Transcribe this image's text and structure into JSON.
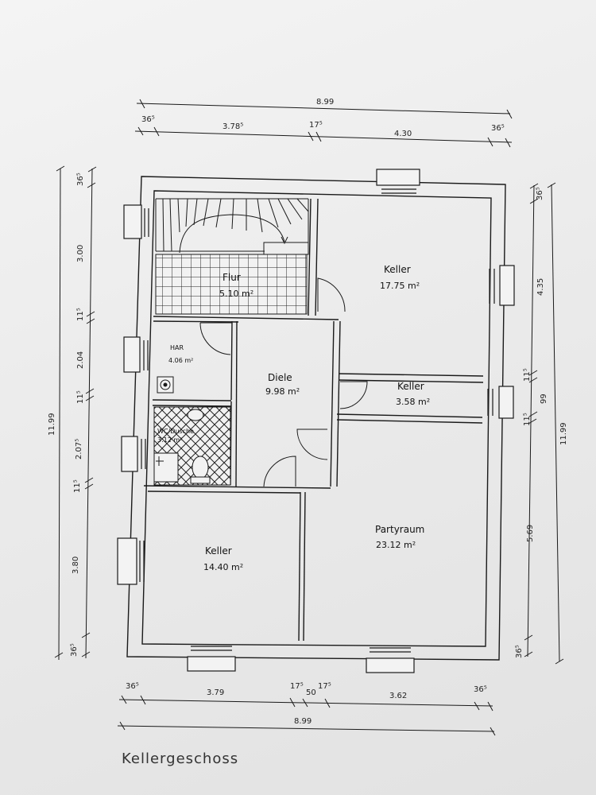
{
  "caption": "Kellergeschoss",
  "rooms": {
    "flur": {
      "label": "Flur",
      "area": "5.10 m²"
    },
    "har": {
      "label": "HAR",
      "area": "4.06 m²"
    },
    "wc": {
      "label": "WC/Dusche",
      "area": "3.12 m²"
    },
    "diele": {
      "label": "Diele",
      "area": "9.98 m²"
    },
    "keller_ne": {
      "label": "Keller",
      "area": "17.75 m²"
    },
    "keller_mid": {
      "label": "Keller",
      "area": "3.58 m²"
    },
    "partyraum": {
      "label": "Partyraum",
      "area": "23.12 m²"
    },
    "keller_sw": {
      "label": "Keller",
      "area": "14.40 m²"
    }
  },
  "dimensions": {
    "top_total": "8.99",
    "top_a": "36⁵",
    "top_b": "3.78⁵",
    "top_c": "17⁵",
    "top_d": "4.30",
    "top_e": "36⁵",
    "bottom_a": "36⁵",
    "bottom_b": "3.79",
    "bottom_c": "17⁵",
    "bottom_d": "50",
    "bottom_e": "17⁵",
    "bottom_f": "3.62",
    "bottom_g": "36⁵",
    "bottom_total": "8.99",
    "left_total": "11.99",
    "left_a": "36⁵",
    "left_b": "3.00",
    "left_c": "11⁵",
    "left_d": "2.04",
    "left_e": "11⁵",
    "left_f": "2.07⁵",
    "left_g": "11⁵",
    "left_h": "3.80",
    "left_i": "36⁵",
    "right_total": "11.99",
    "right_a": "36⁵",
    "right_b": "4.35",
    "right_c": "11⁵",
    "right_d": "99",
    "right_e": "11⁵",
    "right_f": "5.69",
    "right_g": "36⁵"
  }
}
